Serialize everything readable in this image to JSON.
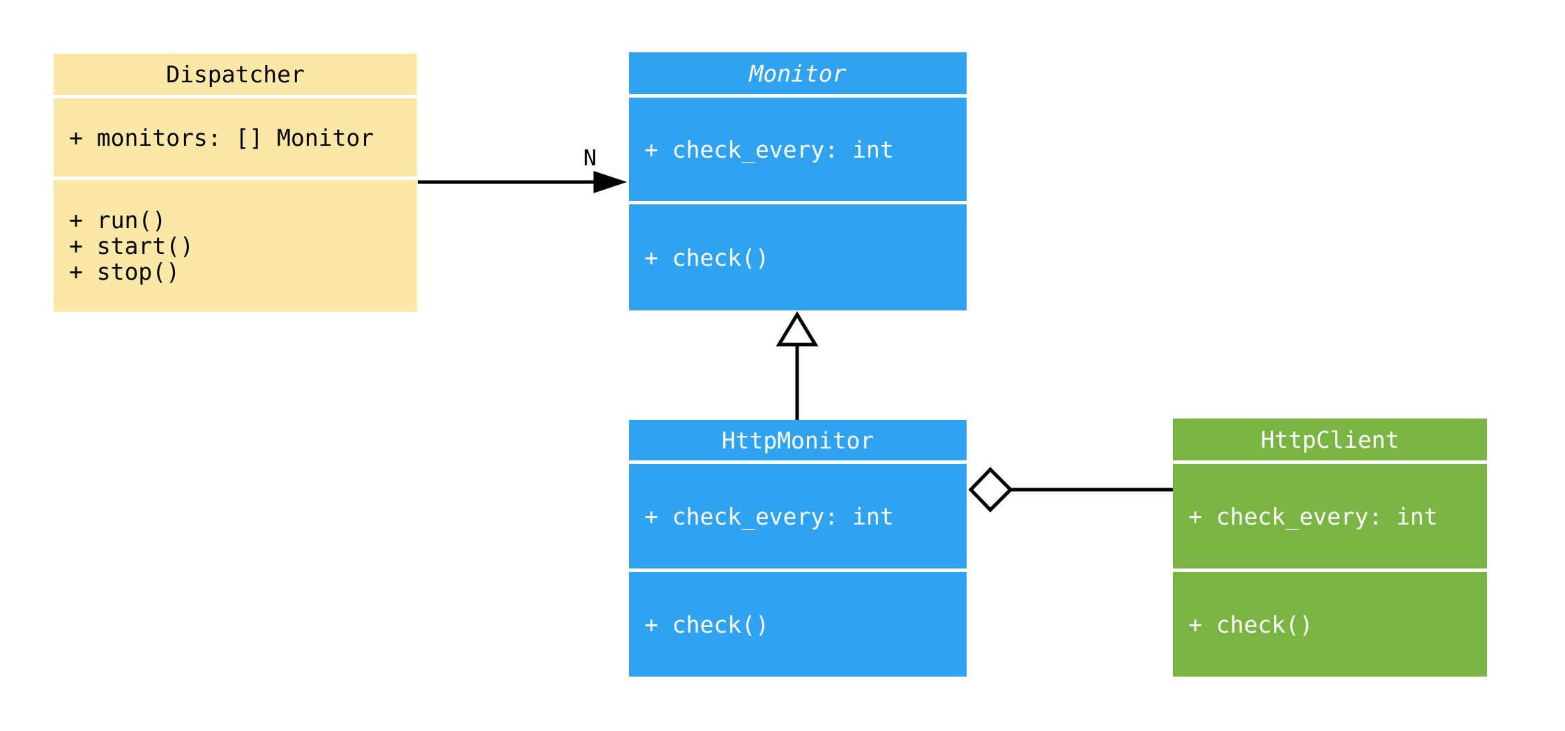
{
  "diagram": {
    "kind": "uml-class-diagram",
    "background_color": "#ffffff",
    "edge_color": "#000000",
    "classes": [
      {
        "name": "Dispatcher",
        "abstract": false,
        "fill": "#FCE8A6",
        "text_color": "#000000",
        "attributes": [
          "+ monitors: [] Monitor"
        ],
        "methods": [
          "+ run()",
          "+ start()",
          "+ stop()"
        ]
      },
      {
        "name": "Monitor",
        "abstract": true,
        "fill": "#30A2F2",
        "text_color": "#ffffff",
        "attributes": [
          "+ check_every: int"
        ],
        "methods": [
          "+ check()"
        ]
      },
      {
        "name": "HttpMonitor",
        "abstract": false,
        "fill": "#30A2F2",
        "text_color": "#ffffff",
        "attributes": [
          "+ check_every: int"
        ],
        "methods": [
          "+ check()"
        ]
      },
      {
        "name": "HttpClient",
        "abstract": false,
        "fill": "#7AB442",
        "text_color": "#ffffff",
        "attributes": [
          "+ check_every: int"
        ],
        "methods": [
          "+ check()"
        ]
      }
    ],
    "relationships": [
      {
        "from": "Dispatcher",
        "to": "Monitor",
        "type": "directed-association",
        "arrowhead": "filled-arrow",
        "label": "N"
      },
      {
        "from": "HttpMonitor",
        "to": "Monitor",
        "type": "inheritance",
        "arrowhead": "hollow-triangle",
        "label": ""
      },
      {
        "from": "HttpMonitor",
        "to": "HttpClient",
        "type": "aggregation",
        "arrowhead": "hollow-diamond",
        "label": ""
      }
    ]
  }
}
